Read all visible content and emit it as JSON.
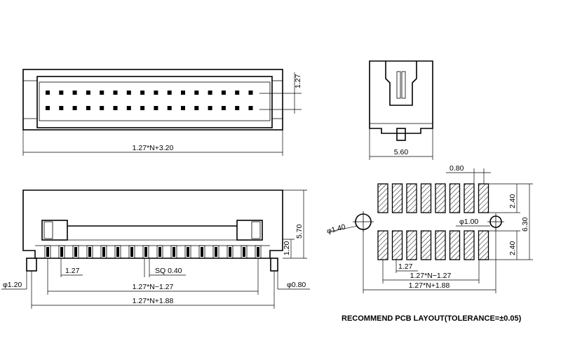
{
  "front_view": {
    "pitch_label": "1.27",
    "length_label": "1.27*N+3.20"
  },
  "side_view": {
    "width_label": "5.60"
  },
  "bottom_view": {
    "height_label": "5.70",
    "standoff_label": "1.20",
    "pitch_label": "1.27",
    "sq_label": "SQ 0.40",
    "peg_left_label": "φ1.20",
    "peg_right_label": "φ0.80",
    "inner_label": "1.27*N−1.27",
    "outer_label": "1.27*N+1.88"
  },
  "pcb_layout": {
    "pad_width_label": "0.80",
    "pad_len_top_label": "2.40",
    "pad_len_bottom_label": "2.40",
    "total_height_label": "6.30",
    "hole_left_label": "φ1.40",
    "hole_right_label": "φ1.00",
    "pitch_label": "1.27",
    "inner_label": "1.27*N−1.27",
    "outer_label": "1.27*N+1.88",
    "title": "RECOMMEND PCB LAYOUT(TOLERANCE=±0.05)"
  }
}
